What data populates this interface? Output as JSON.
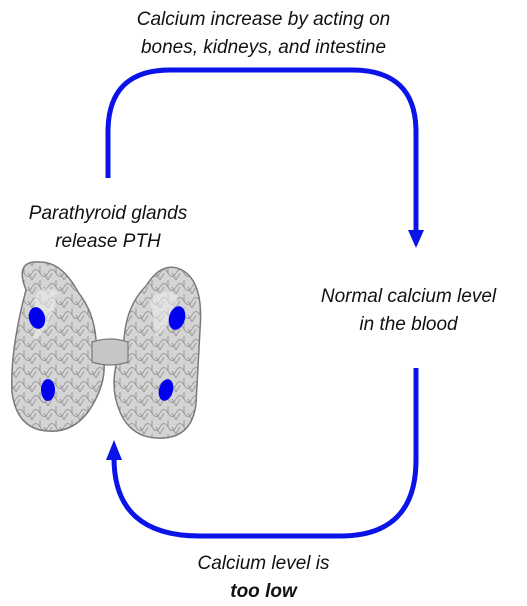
{
  "diagram": {
    "top_label": {
      "line1": "Calcium increase by acting on",
      "line2": "bones, kidneys, and intestine"
    },
    "left_label": {
      "line1": "Parathyroid glands",
      "line2": "release PTH"
    },
    "right_label": {
      "line1": "Normal calcium level",
      "line2": "in the blood"
    },
    "bottom_label": {
      "line1": "Calcium level is",
      "line2": "too low"
    },
    "colors": {
      "arrow": "#0a14e8",
      "gland_fill": "#cfcfcf",
      "gland_dots": "#0000ee"
    },
    "image": "parathyroid-glands-illustration"
  }
}
